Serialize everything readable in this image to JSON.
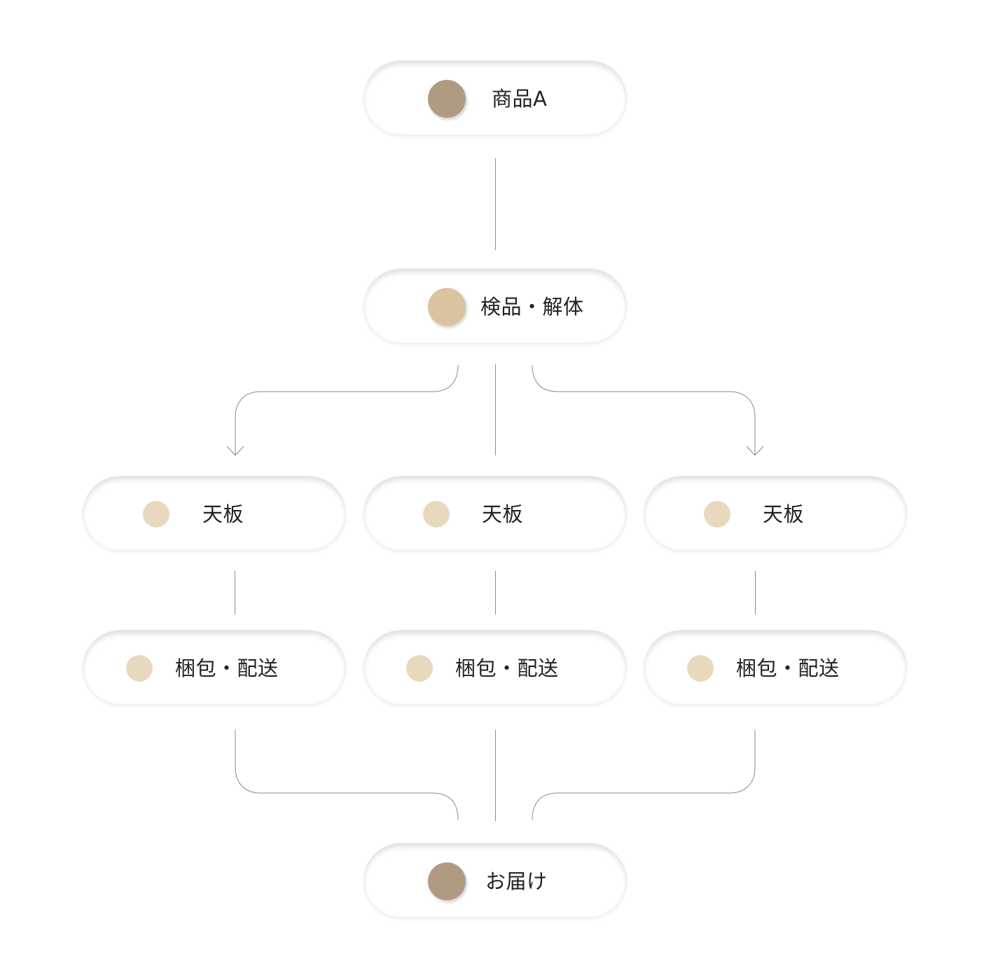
{
  "colors": {
    "dot_dark": "#b09a82",
    "dot_medium": "#d9c3a0",
    "dot_light": "#e8d9be",
    "connector": "#8a8a8a"
  },
  "nodes": {
    "source": {
      "label": "商品A",
      "dot_color": "dot_dark"
    },
    "inspect": {
      "label": "検品・解体",
      "dot_color": "dot_medium"
    },
    "tabletop_left": {
      "label": "天板",
      "dot_color": "dot_light"
    },
    "tabletop_center": {
      "label": "天板",
      "dot_color": "dot_light"
    },
    "tabletop_right": {
      "label": "天板",
      "dot_color": "dot_light"
    },
    "packing_left": {
      "label": "梱包・配送",
      "dot_color": "dot_light"
    },
    "packing_center": {
      "label": "梱包・配送",
      "dot_color": "dot_light"
    },
    "packing_right": {
      "label": "梱包・配送",
      "dot_color": "dot_light"
    },
    "delivery": {
      "label": "お届け",
      "dot_color": "dot_dark"
    }
  }
}
